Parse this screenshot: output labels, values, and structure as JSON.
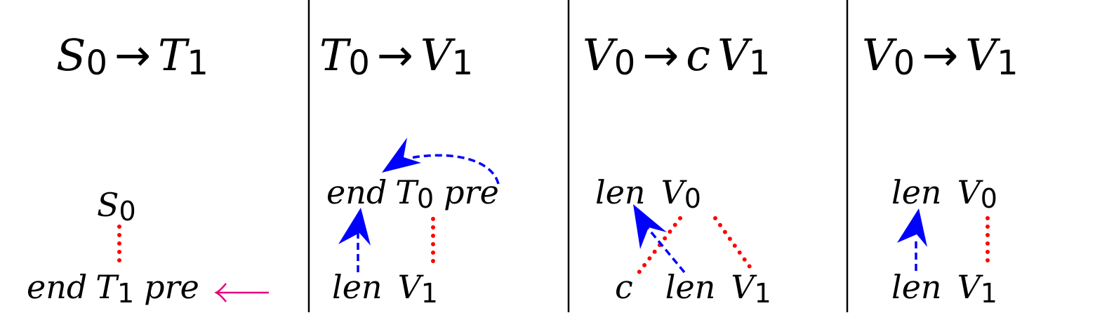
{
  "colors": {
    "dependency": "#ff0000",
    "pointer": "#0000ff",
    "current": "#e6007e",
    "divider": "#000000"
  },
  "panels": [
    {
      "title": {
        "lhs": "S",
        "lhs_sub": "0",
        "arrow": "→",
        "rhs": "T",
        "rhs_sub": "1"
      },
      "top": {
        "var": "S",
        "sub": "0"
      },
      "bottom": {
        "left": "end",
        "var": "T",
        "sub": "1",
        "right": "pre"
      }
    },
    {
      "title": {
        "lhs": "T",
        "lhs_sub": "0",
        "arrow": "→",
        "rhs": "V",
        "rhs_sub": "1"
      },
      "top": {
        "left": "end",
        "var": "T",
        "sub": "0",
        "right": "pre"
      },
      "bottom": {
        "left": "len",
        "var": "V",
        "sub": "1"
      }
    },
    {
      "title": {
        "lhs": "V",
        "lhs_sub": "0",
        "arrow": "→",
        "mid": "c",
        "rhs": "V",
        "rhs_sub": "1"
      },
      "top": {
        "left": "len",
        "var": "V",
        "sub": "0"
      },
      "bottom": {
        "c": "c",
        "left": "len",
        "var": "V",
        "sub": "1"
      }
    },
    {
      "title": {
        "lhs": "V",
        "lhs_sub": "0",
        "arrow": "→",
        "rhs": "V",
        "rhs_sub": "1"
      },
      "top": {
        "left": "len",
        "var": "V",
        "sub": "0"
      },
      "bottom": {
        "left": "len",
        "var": "V",
        "sub": "1"
      }
    }
  ]
}
